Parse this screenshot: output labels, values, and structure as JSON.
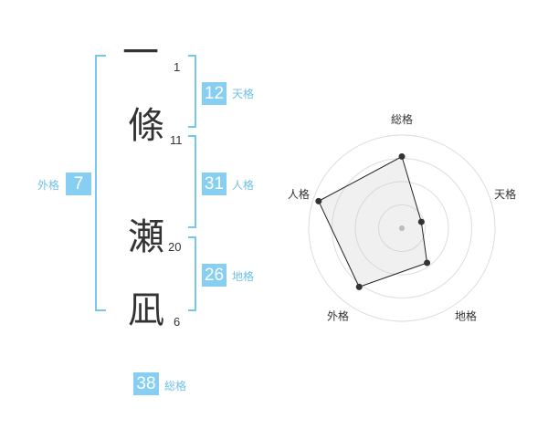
{
  "name": {
    "characters": [
      {
        "char": "一",
        "strokes": "1"
      },
      {
        "char": "條",
        "strokes": "11"
      },
      {
        "char": "瀬",
        "strokes": "20"
      },
      {
        "char": "凪",
        "strokes": "6"
      }
    ]
  },
  "fortunes": {
    "tenkaku": {
      "label": "天格",
      "value": "12"
    },
    "jinkaku": {
      "label": "人格",
      "value": "31"
    },
    "chikaku": {
      "label": "地格",
      "value": "26"
    },
    "gaikaku": {
      "label": "外格",
      "value": "7"
    },
    "soukaku": {
      "label": "総格",
      "value": "38"
    }
  },
  "chart_data": {
    "type": "radar",
    "axes": [
      "総格",
      "天格",
      "地格",
      "外格",
      "人格"
    ],
    "values": [
      0.77,
      0.22,
      0.46,
      0.78,
      0.94
    ],
    "range": [
      0,
      1
    ],
    "rings": 4
  },
  "colors": {
    "accent": "#87cff2",
    "bracket": "#78c8ee",
    "text": "#333333"
  }
}
